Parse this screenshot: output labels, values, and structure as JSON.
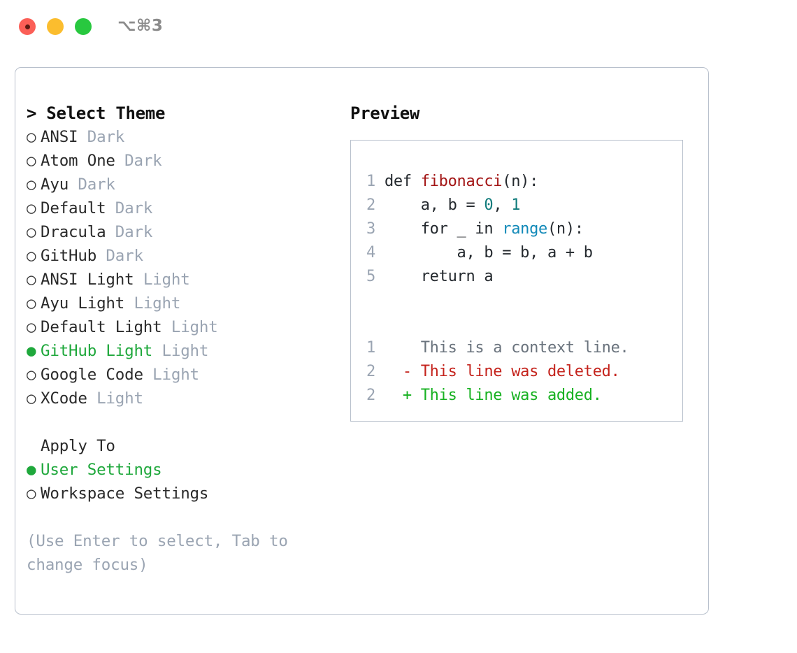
{
  "titlebar": {
    "shortcut": "⌥⌘3",
    "traffic_lights": [
      "close-red",
      "minimize-yellow",
      "maximize-green"
    ]
  },
  "left": {
    "header": "> Select Theme",
    "marker_selected": "●",
    "marker_unselected": "○",
    "themes": [
      {
        "name": "ANSI",
        "kind": "Dark",
        "selected": false
      },
      {
        "name": "Atom One",
        "kind": "Dark",
        "selected": false
      },
      {
        "name": "Ayu",
        "kind": "Dark",
        "selected": false
      },
      {
        "name": "Default",
        "kind": "Dark",
        "selected": false
      },
      {
        "name": "Dracula",
        "kind": "Dark",
        "selected": false
      },
      {
        "name": "GitHub",
        "kind": "Dark",
        "selected": false
      },
      {
        "name": "ANSI Light",
        "kind": "Light",
        "selected": false
      },
      {
        "name": "Ayu Light",
        "kind": "Light",
        "selected": false
      },
      {
        "name": "Default Light",
        "kind": "Light",
        "selected": false
      },
      {
        "name": "GitHub Light",
        "kind": "Light",
        "selected": true
      },
      {
        "name": "Google Code",
        "kind": "Light",
        "selected": false
      },
      {
        "name": "XCode",
        "kind": "Light",
        "selected": false
      }
    ],
    "apply_to_label": "Apply To",
    "apply_to_options": [
      {
        "name": "User Settings",
        "selected": true
      },
      {
        "name": "Workspace Settings",
        "selected": false
      }
    ],
    "hint": "(Use Enter to select, Tab to change focus)"
  },
  "right": {
    "title": "Preview",
    "code_lines": [
      {
        "num": "1",
        "segments": [
          {
            "text": "def ",
            "type": "plain"
          },
          {
            "text": "fibonacci",
            "type": "fn"
          },
          {
            "text": "(n):",
            "type": "plain"
          }
        ]
      },
      {
        "num": "2",
        "segments": [
          {
            "text": "    a, b = ",
            "type": "plain"
          },
          {
            "text": "0",
            "type": "num"
          },
          {
            "text": ", ",
            "type": "plain"
          },
          {
            "text": "1",
            "type": "num"
          }
        ]
      },
      {
        "num": "3",
        "segments": [
          {
            "text": "    for _ in ",
            "type": "plain"
          },
          {
            "text": "range",
            "type": "builtin"
          },
          {
            "text": "(n):",
            "type": "plain"
          }
        ]
      },
      {
        "num": "4",
        "segments": [
          {
            "text": "        a, b = b, a + b",
            "type": "plain"
          }
        ]
      },
      {
        "num": "5",
        "segments": [
          {
            "text": "    return a",
            "type": "plain"
          }
        ]
      }
    ],
    "diff_lines": [
      {
        "num": "1",
        "marker": " ",
        "text": " This is a context line.",
        "type": "context"
      },
      {
        "num": "2",
        "marker": "-",
        "text": " This line was deleted.",
        "type": "deleted"
      },
      {
        "num": "2",
        "marker": "+",
        "text": " This line was added.",
        "type": "added"
      }
    ]
  },
  "colors": {
    "accent_green": "#1fa83c",
    "muted": "#9aa4b2",
    "border": "#b8c0cc",
    "diff_added": "#17b121",
    "diff_deleted": "#c4231c",
    "syntax_function": "#a31515",
    "syntax_builtin": "#1189b8",
    "syntax_number": "#0f7b7b"
  }
}
